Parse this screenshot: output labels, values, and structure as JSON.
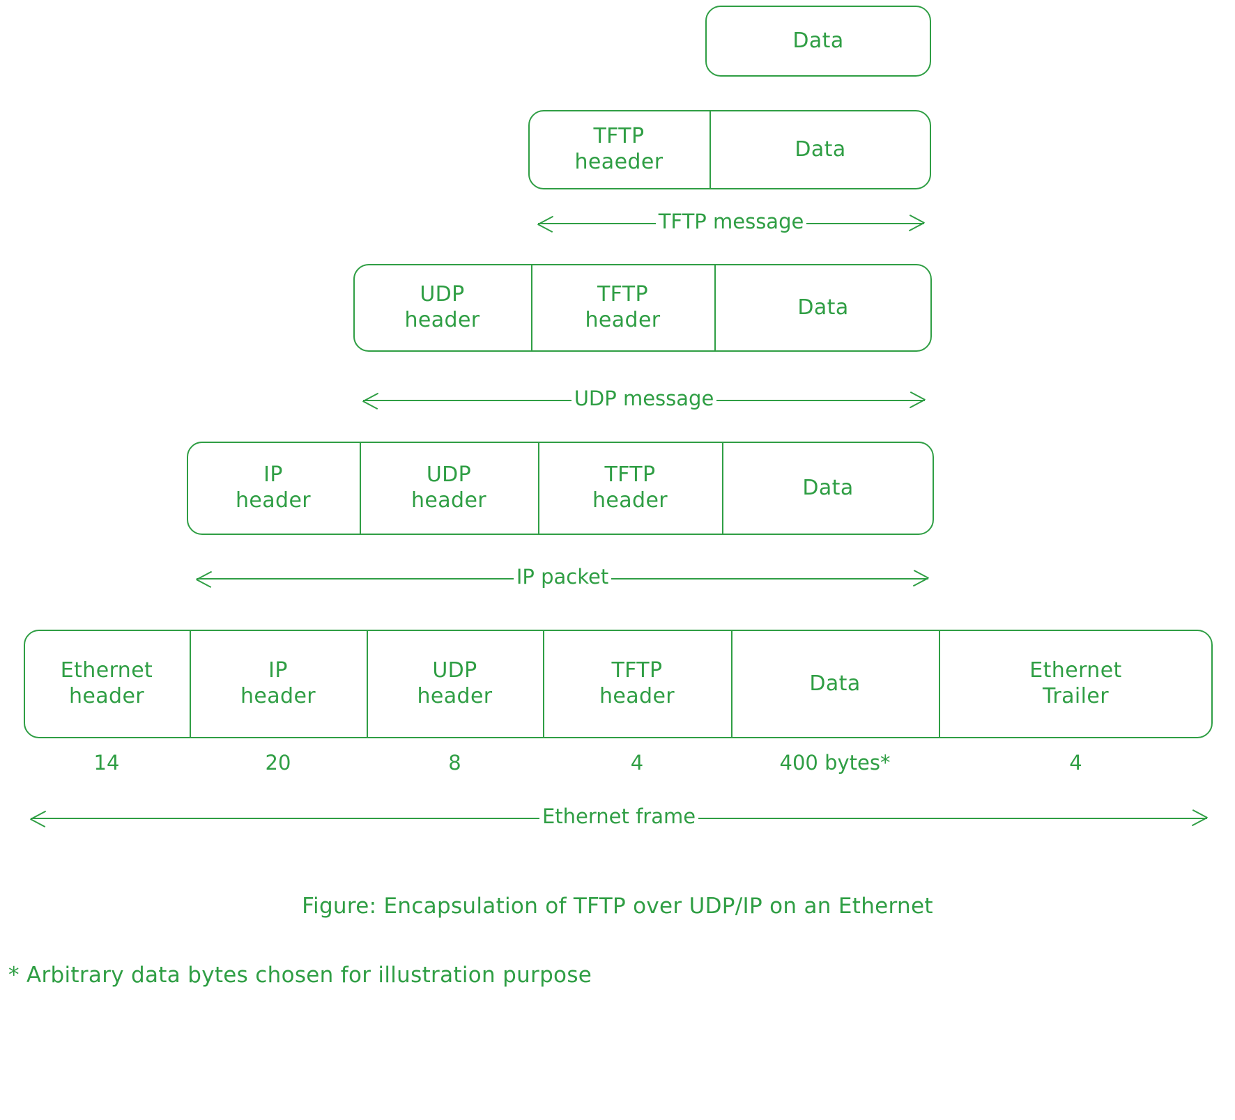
{
  "figure": {
    "title": "Figure: Encapsulation of TFTP over UDP/IP on an Ethernet",
    "footnote": "* Arbitrary data bytes chosen for illustration purpose",
    "accent_color": "#2f9e44",
    "background_color": "#ffffff"
  },
  "rows": [
    {
      "id": "data-row",
      "cells": [
        {
          "lines": [
            "Data"
          ]
        }
      ]
    },
    {
      "id": "tftp-message-row",
      "cells": [
        {
          "lines": [
            "TFTP",
            "heaeder"
          ]
        },
        {
          "lines": [
            "Data"
          ]
        }
      ]
    },
    {
      "id": "udp-message-row",
      "cells": [
        {
          "lines": [
            "UDP",
            "header"
          ]
        },
        {
          "lines": [
            "TFTP",
            "header"
          ]
        },
        {
          "lines": [
            "Data"
          ]
        }
      ]
    },
    {
      "id": "ip-packet-row",
      "cells": [
        {
          "lines": [
            "IP",
            "header"
          ]
        },
        {
          "lines": [
            "UDP",
            "header"
          ]
        },
        {
          "lines": [
            "TFTP",
            "header"
          ]
        },
        {
          "lines": [
            "Data"
          ]
        }
      ]
    },
    {
      "id": "ethernet-frame-row",
      "cells": [
        {
          "lines": [
            "Ethernet",
            "header"
          ]
        },
        {
          "lines": [
            "IP",
            "header"
          ]
        },
        {
          "lines": [
            "UDP",
            "header"
          ]
        },
        {
          "lines": [
            "TFTP",
            "header"
          ]
        },
        {
          "lines": [
            "Data"
          ]
        },
        {
          "lines": [
            "Ethernet",
            "Trailer"
          ]
        }
      ]
    }
  ],
  "span_arrows": [
    {
      "id": "tftp-message-arrow",
      "label": "TFTP message"
    },
    {
      "id": "udp-message-arrow",
      "label": "UDP message"
    },
    {
      "id": "ip-packet-arrow",
      "label": "IP packet"
    },
    {
      "id": "ethernet-frame-arrow",
      "label": "Ethernet frame"
    }
  ],
  "byte_counts": [
    {
      "field": "Ethernet header",
      "value": "14"
    },
    {
      "field": "IP header",
      "value": "20"
    },
    {
      "field": "UDP header",
      "value": "8"
    },
    {
      "field": "TFTP header",
      "value": "4"
    },
    {
      "field": "Data",
      "value": "400 bytes*"
    },
    {
      "field": "Ethernet Trailer",
      "value": "4"
    }
  ]
}
